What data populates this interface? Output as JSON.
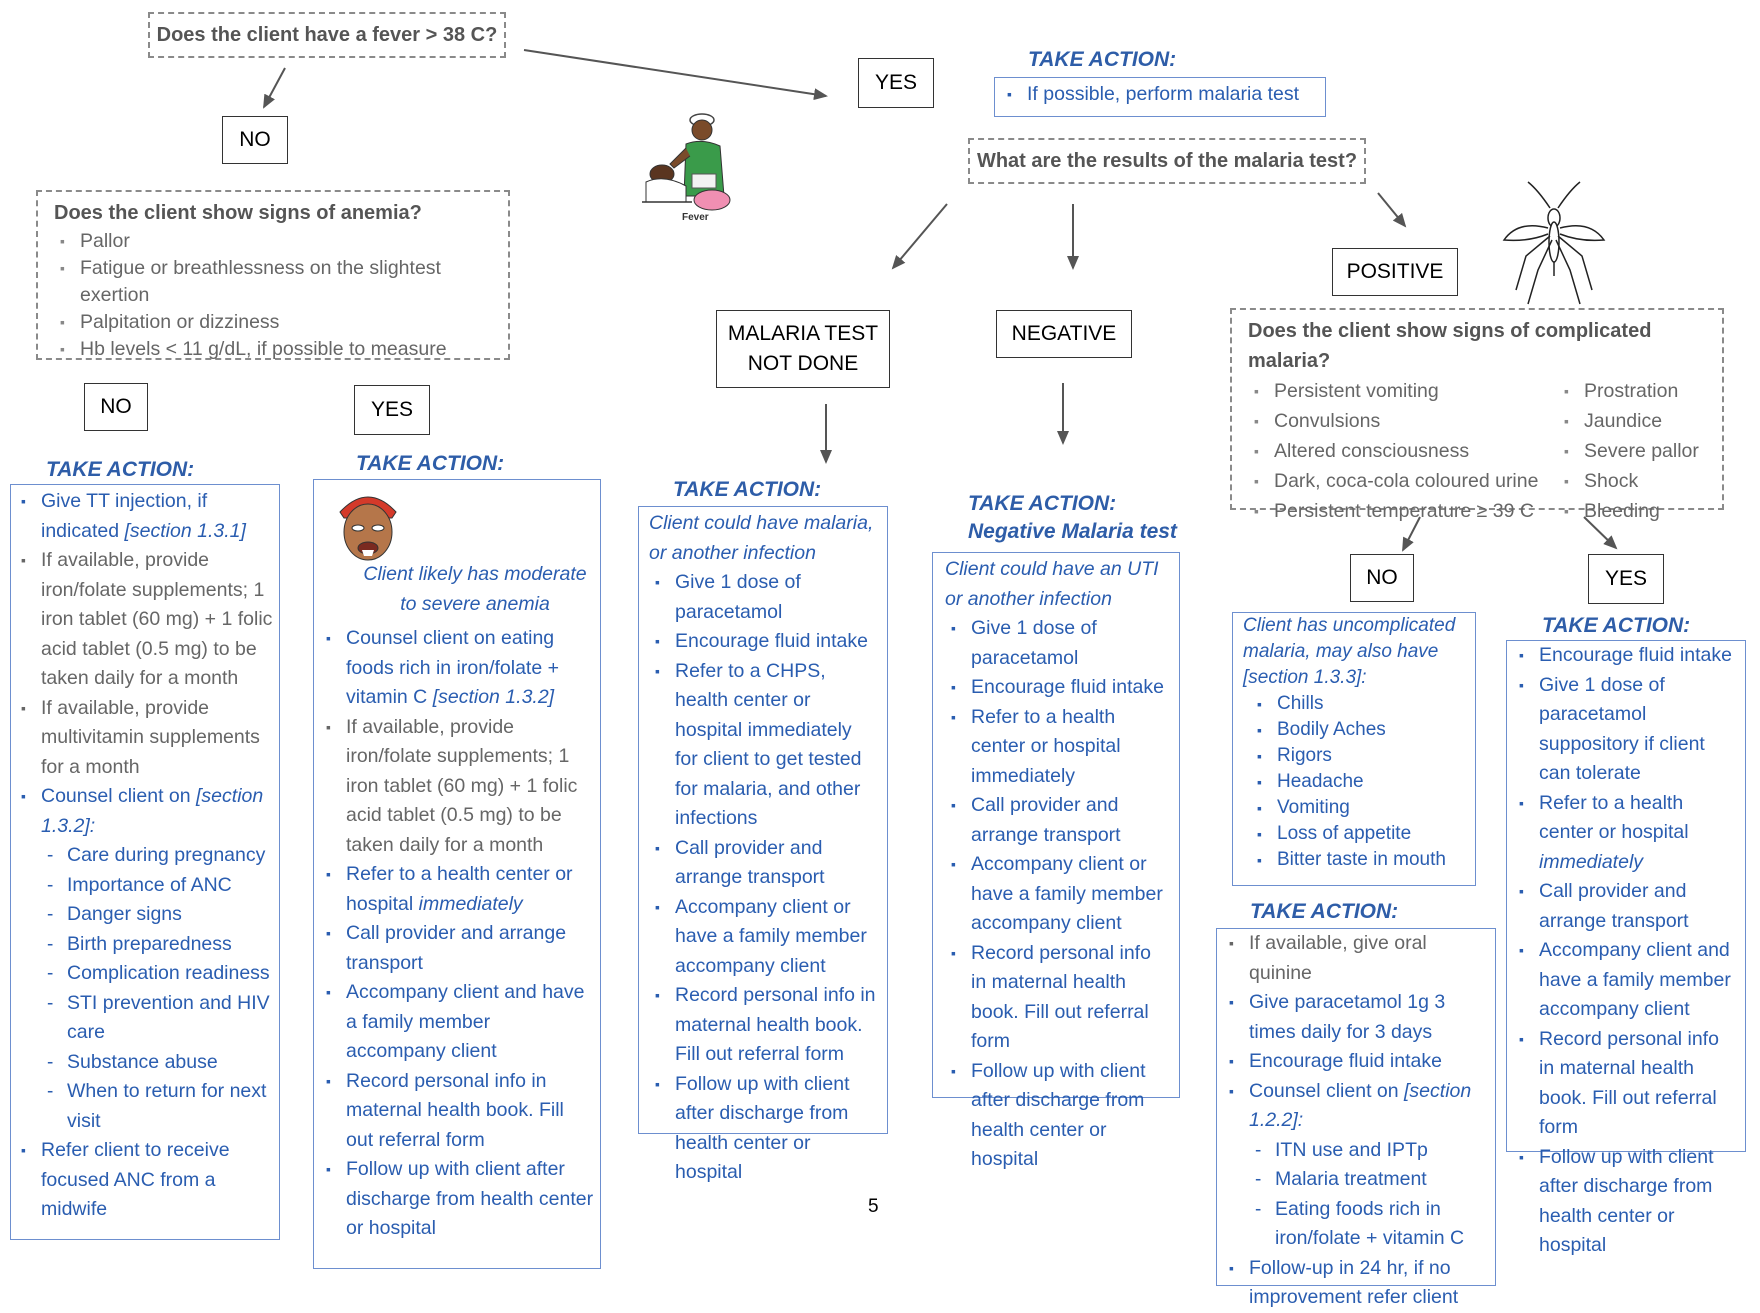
{
  "q_fever": "Does the client have a fever > 38 C?",
  "no": "NO",
  "yes": "YES",
  "ta_label": "TAKE ACTION:",
  "malaria_test_action": "If possible, perform malaria test",
  "fever_caption": "Fever",
  "q_results": "What are the results of the malaria test?",
  "result_not_done": "MALARIA TEST NOT DONE",
  "result_negative": "NEGATIVE",
  "result_positive": "POSITIVE",
  "anemia": {
    "question": "Does the client show signs of anemia?",
    "signs": [
      "Pallor",
      "Fatigue or breathlessness on the slightest exertion",
      "Palpitation or dizziness",
      "Hb levels < 11 g/dL, if possible to measure"
    ]
  },
  "anemia_no": {
    "tt": "Give TT injection, if indicated ",
    "tt_ref": "[section 1.3.1]",
    "iron": "If available, provide iron/folate supplements; 1 iron tablet (60 mg) + 1 folic acid tablet (0.5 mg) to be taken daily for a month",
    "multi": "If available, provide multivitamin supplements for a month",
    "counsel": "Counsel client on ",
    "counsel_ref": "[section 1.3.2]:",
    "topics": [
      "Care during pregnancy",
      "Importance of ANC",
      "Danger signs",
      "Birth preparedness",
      "Complication readiness",
      "STI prevention and HIV care",
      "Substance abuse",
      "When to return for next visit"
    ],
    "refer": "Refer client to receive focused ANC from a midwife"
  },
  "anemia_yes": {
    "note": "Client likely has moderate to severe anemia",
    "counsel": "Counsel client on eating foods rich in iron/folate + vitamin C ",
    "counsel_ref": "[section 1.3.2]",
    "iron": "If available, provide iron/folate supplements; 1 iron tablet (60 mg) + 1 folic acid tablet (0.5 mg) to be taken daily  for a month",
    "refer": "Refer to a health center or hospital ",
    "refer_em": "immediately",
    "call": "Call provider and arrange transport",
    "accompany": "Accompany client and have a family member accompany client",
    "record": "Record personal info in maternal health book.  Fill out referral form",
    "follow": "Follow up with client after discharge from health center or hospital"
  },
  "not_done": {
    "note": "Client could have malaria, or another infection",
    "items": [
      "Give 1 dose of paracetamol",
      "Encourage fluid intake",
      "Refer to a CHPS, health center or hospital immediately for client to get tested for malaria, and other infections",
      "Call provider and arrange transport",
      "Accompany client or have a family member accompany client",
      "Record personal info in maternal health book. Fill out referral form",
      "Follow up with client after discharge from health center or hospital"
    ]
  },
  "negative": {
    "title2": "Negative Malaria test",
    "note": "Client could have an UTI or another infection",
    "items": [
      "Give 1 dose of paracetamol",
      "Encourage fluid intake",
      "Refer to a health center or hospital immediately",
      "Call provider and arrange transport",
      "Accompany client or have a family member accompany client",
      "Record personal info in maternal health book. Fill out referral form",
      "Follow up with client after discharge from health center or hospital"
    ]
  },
  "complicated": {
    "question": "Does the client show signs of complicated malaria?",
    "left": [
      "Persistent vomiting",
      "Convulsions",
      "Altered consciousness",
      "Dark, coca-cola coloured urine",
      "Persistent temperature ≥ 39 C"
    ],
    "right": [
      "Prostration",
      "Jaundice",
      "Severe pallor",
      "Shock",
      "Bleeding"
    ]
  },
  "uncomplicated": {
    "note": "Client has uncomplicated malaria, may also have [section 1.3.3]:",
    "symptoms": [
      "Chills",
      "Bodily Aches",
      "Rigors",
      "Headache",
      "Vomiting",
      "Loss of appetite",
      "Bitter taste in mouth"
    ]
  },
  "uncomp_action": {
    "quinine": "If available, give oral quinine",
    "para": "Give paracetamol 1g 3 times daily for 3 days",
    "fluid": "Encourage fluid intake",
    "counsel": "Counsel client on ",
    "counsel_ref": "[section 1.2.2]:",
    "topics": [
      "ITN use and IPTp",
      "Malaria treatment",
      "Eating foods rich in iron/folate + vitamin C"
    ],
    "follow": "Follow-up in 24 hr, if no improvement refer client"
  },
  "comp_action": {
    "fluid": "Encourage fluid intake",
    "supp": "Give 1 dose of paracetamol suppository if client can tolerate",
    "refer": "Refer to a health center or hospital ",
    "refer_em": "immediately",
    "call": "Call provider and arrange transport",
    "accompany": "Accompany client and have a family member accompany client",
    "record": "Record personal info in maternal health book. Fill out referral form",
    "follow": "Follow up with client after discharge from health center or hospital"
  },
  "page_number": "5"
}
